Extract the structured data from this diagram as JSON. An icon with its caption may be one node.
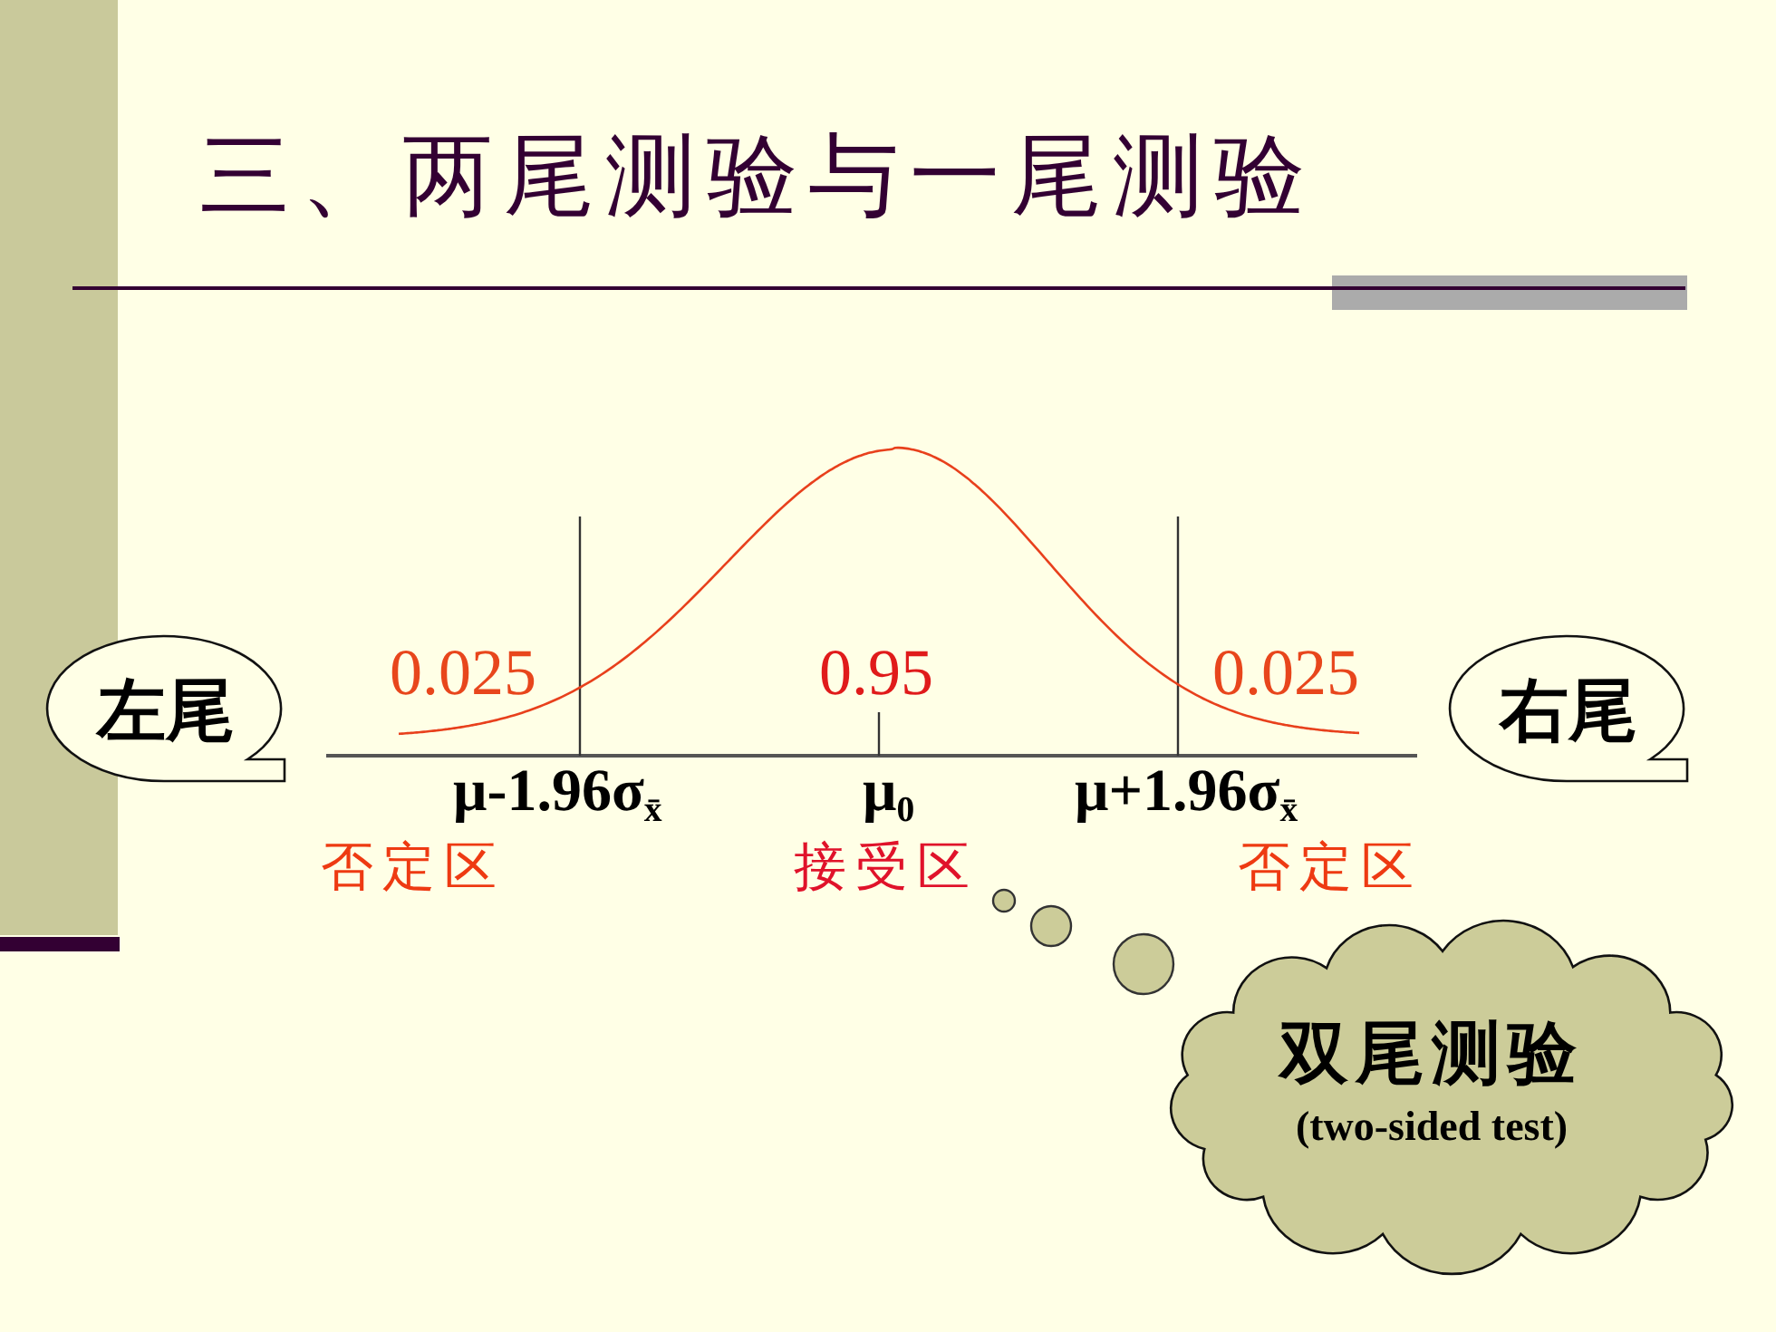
{
  "diagram": {
    "title": "三、两尾测验与一尾测验",
    "nodes": [
      {
        "text": [
          "左尾"
        ]
      },
      {
        "text": [
          "右尾"
        ]
      },
      {
        "text": [
          "双尾测验",
          "(two-sided test)"
        ]
      }
    ],
    "labels": [
      "0.025",
      "0.95",
      "0.025",
      "μ-1.96σ$_{x̄}$",
      "μ$_{0}$",
      "μ+1.96σ$_{x̄}$",
      "否定区",
      "接受区",
      "否定区"
    ]
  }
}
